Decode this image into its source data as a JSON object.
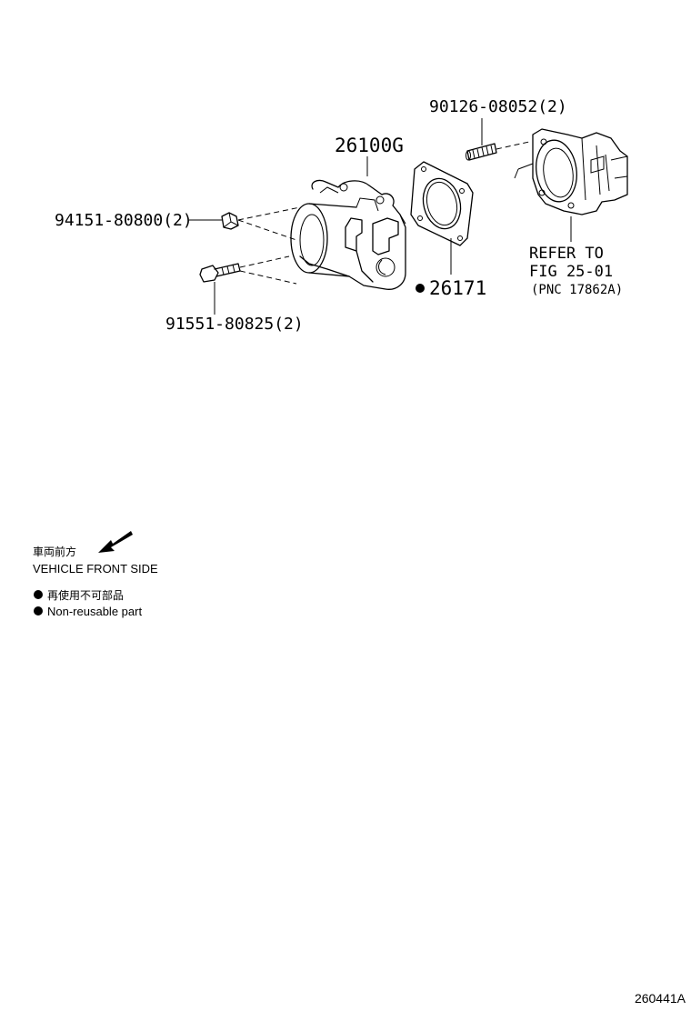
{
  "parts": [
    {
      "id": "throttle-body",
      "number": "26100G"
    },
    {
      "id": "gasket",
      "number": "26171",
      "non_reusable": true
    },
    {
      "id": "stud",
      "number": "90126-08052(2)"
    },
    {
      "id": "nut",
      "number": "94151-80800(2)"
    },
    {
      "id": "bolt",
      "number": "91551-80825(2)"
    }
  ],
  "reference": {
    "line1": "REFER TO",
    "line2": "FIG 25-01",
    "line3": "(PNC 17862A)"
  },
  "legend": {
    "front_jp": "車両前方",
    "front_en": "VEHICLE FRONT SIDE",
    "nonreuse_jp": "再使用不可部品",
    "nonreuse_en": "Non-reusable part",
    "arrow_icon": "arrow-down-left-icon",
    "bullet_icon": "filled-circle-icon"
  },
  "figure_id": "260441A"
}
